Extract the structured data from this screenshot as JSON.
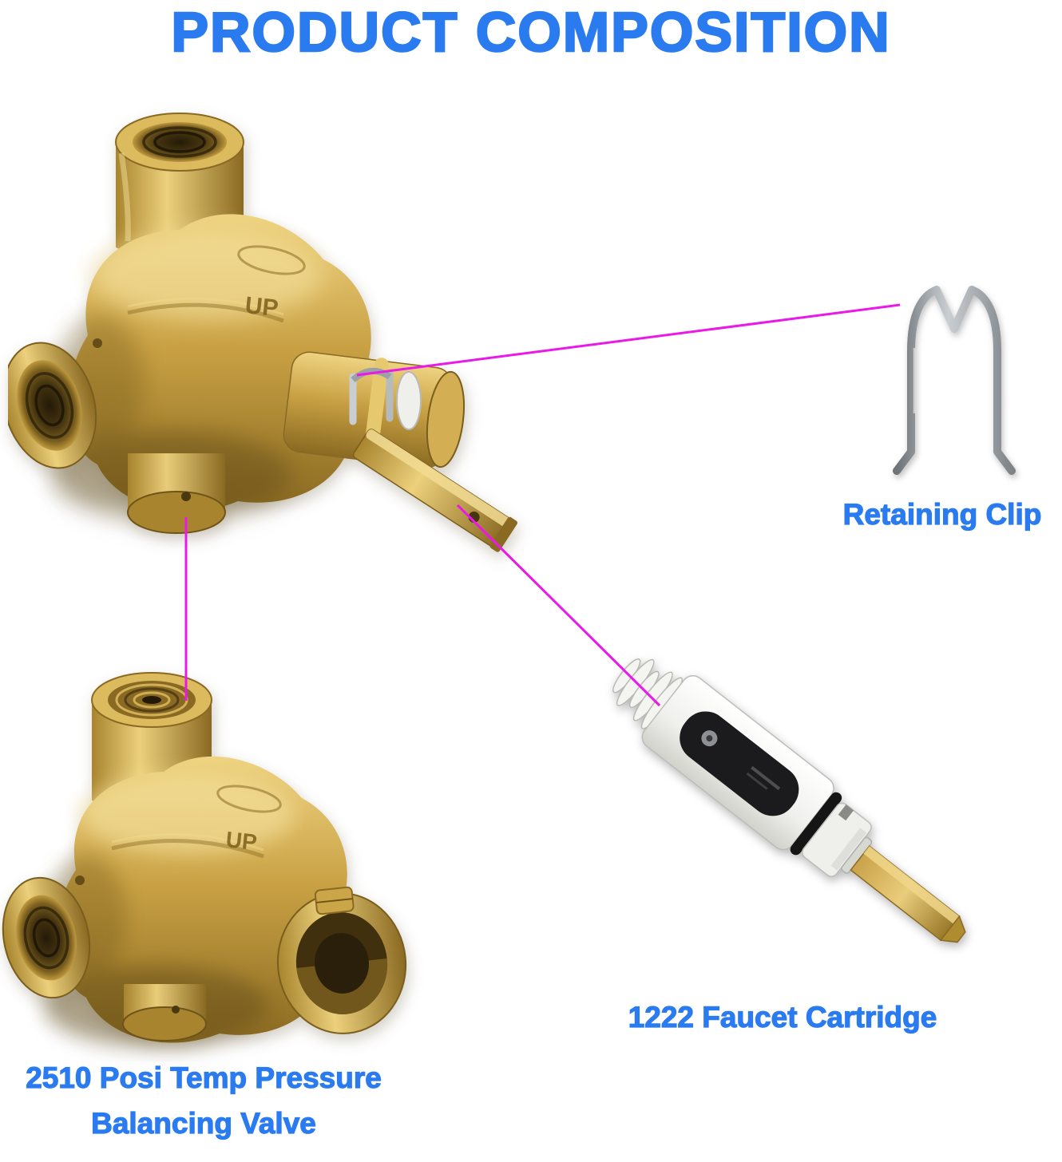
{
  "title": "PRODUCT COMPOSITION",
  "labels": {
    "retaining_clip": "Retaining Clip",
    "faucet_cartridge": "1222 Faucet Cartridge",
    "balancing_valve_line1": "2510 Posi Temp Pressure",
    "balancing_valve_line2": "Balancing Valve"
  },
  "markings": {
    "up": "UP"
  },
  "colors": {
    "accent_blue": "#2b7bf0",
    "connector_magenta": "#ea18e8",
    "brass_gold": "#c9a144",
    "clip_metal_gray": "#8a8f93",
    "cartridge_white": "#f2f2ef",
    "cartridge_black": "#1b1b1d"
  },
  "parts": {
    "assembled_valve_icon": "assembled-valve-with-cartridge-and-stem",
    "retaining_clip_icon": "u-shaped-wire-retaining-clip",
    "balancing_valve_icon": "brass-pressure-balancing-valve-body",
    "faucet_cartridge_icon": "white-and-black-faucet-cartridge-with-brass-stem"
  }
}
